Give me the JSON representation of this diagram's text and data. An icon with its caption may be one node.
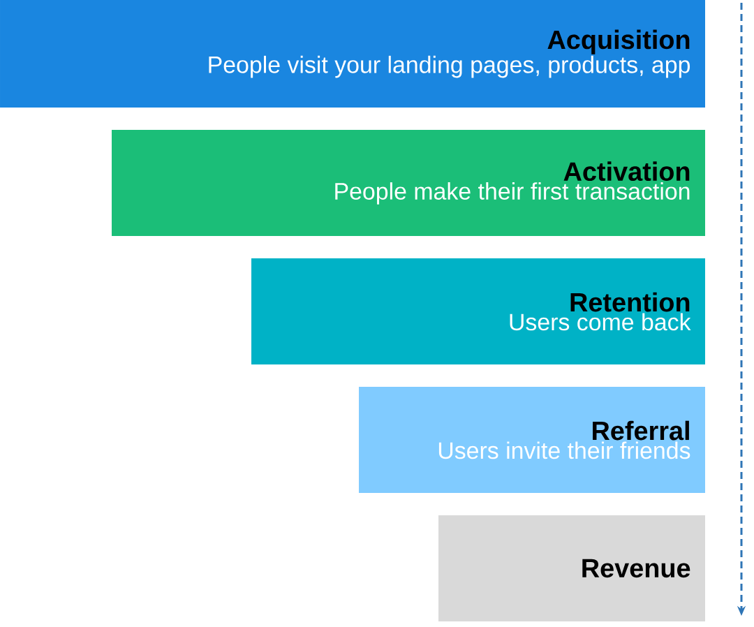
{
  "diagram": {
    "nodes": [
      {
        "text": [
          "Acquisition",
          "People visit your landing pages, products, app"
        ]
      },
      {
        "text": [
          "Activation",
          "People make their first transaction"
        ]
      },
      {
        "text": [
          "Retention",
          "Users come back"
        ]
      },
      {
        "text": [
          "Referral",
          "Users invite their friends"
        ]
      },
      {
        "text": [
          "Revenue"
        ]
      }
    ]
  }
}
